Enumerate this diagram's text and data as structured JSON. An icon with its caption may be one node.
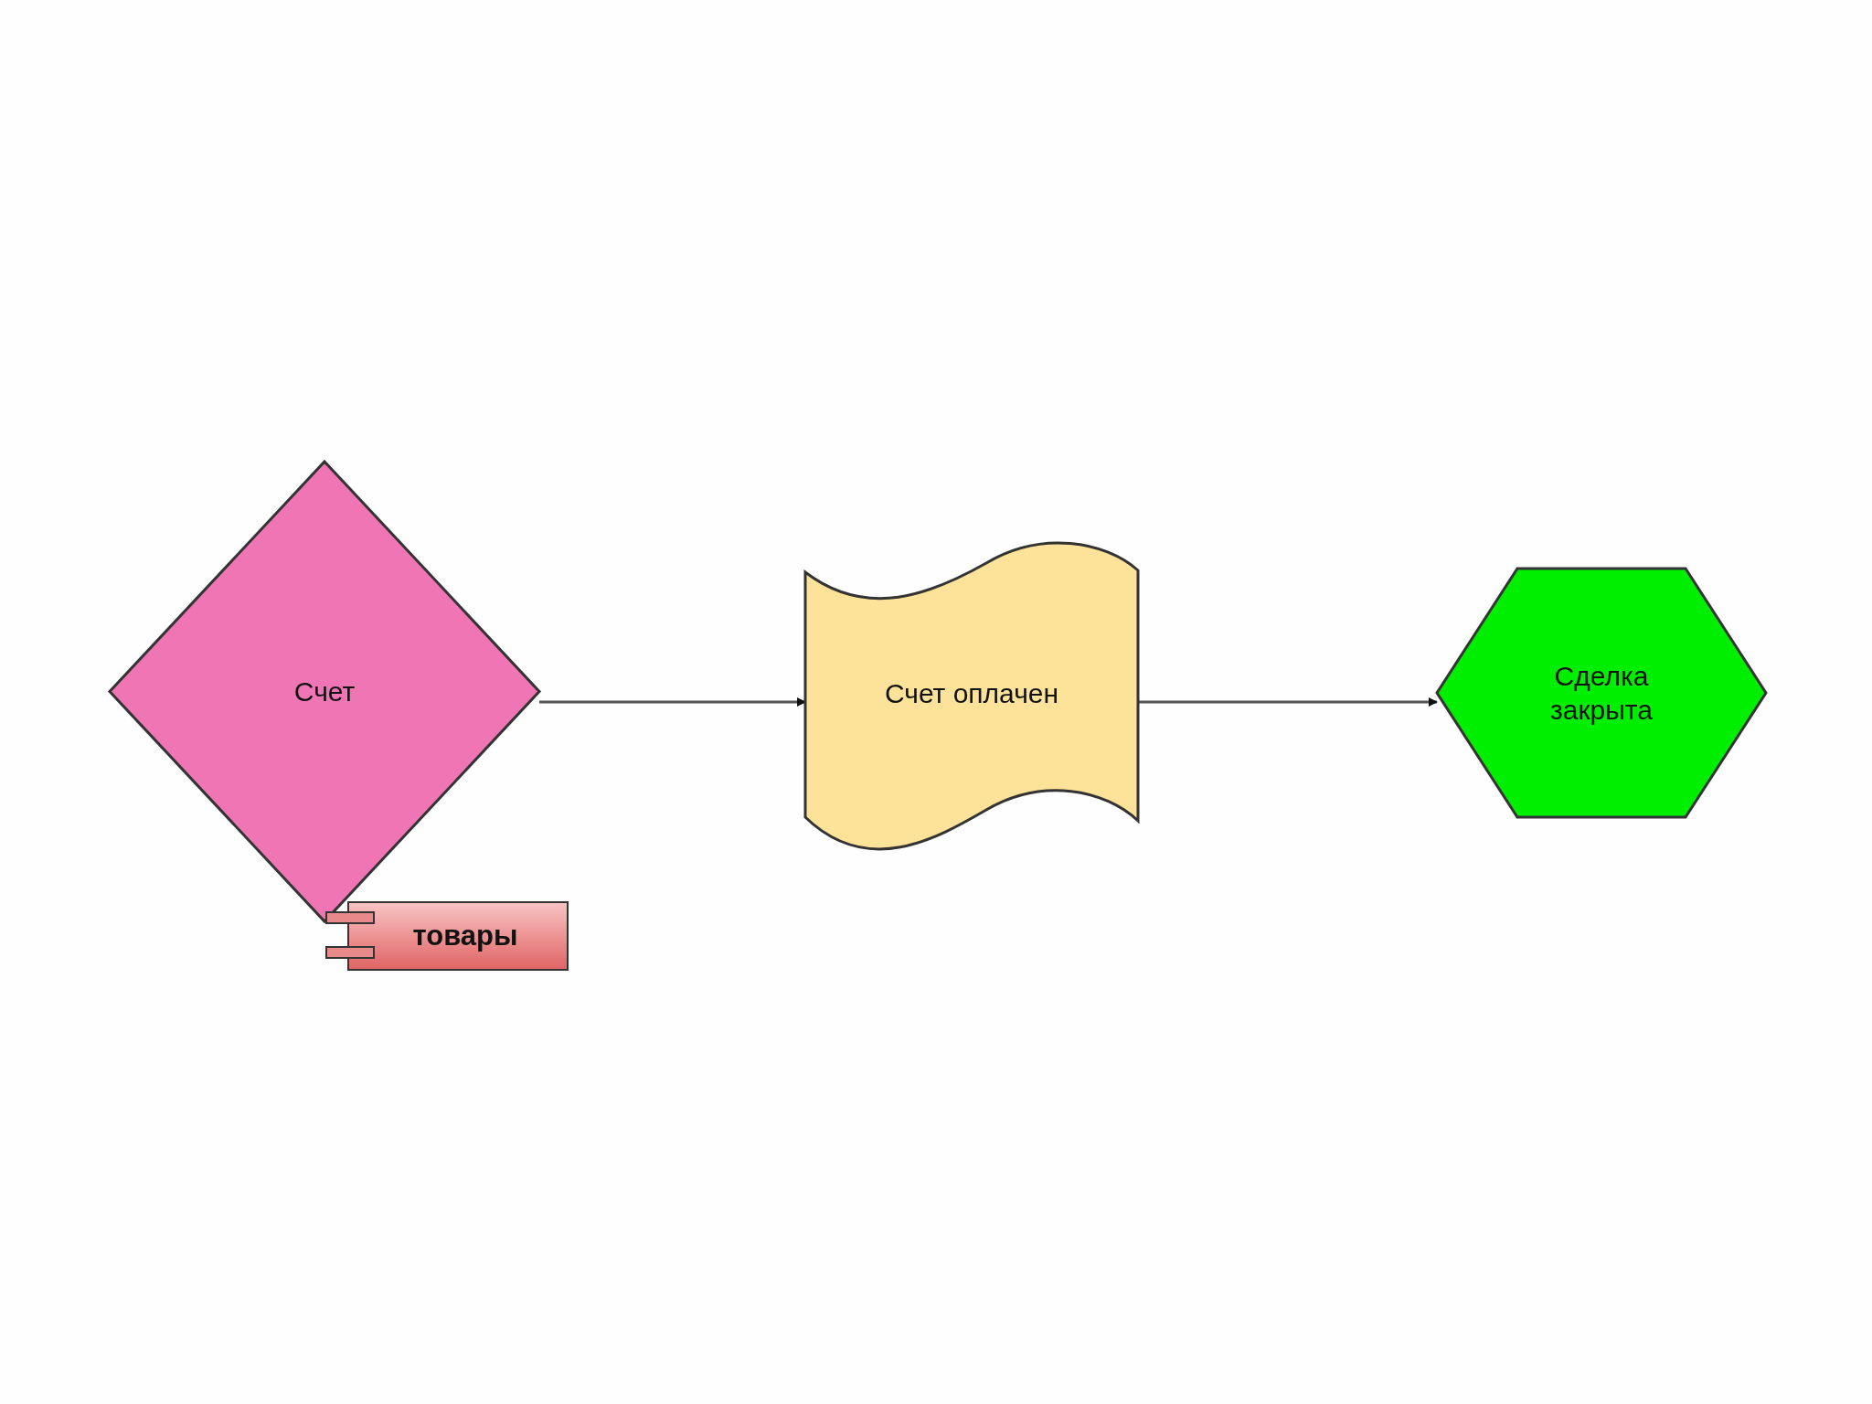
{
  "diagram": {
    "nodes": [
      {
        "text": [
          "Счет"
        ]
      },
      {
        "text": [
          "Счет оплачен"
        ]
      },
      {
        "text": [
          "Сделка закрыта"
        ]
      },
      {
        "text": [
          "товары"
        ]
      }
    ],
    "edges": [
      {
        "from": 0,
        "to": 1,
        "arrow": "to"
      },
      {
        "from": 1,
        "to": 2,
        "arrow": "to"
      }
    ]
  }
}
